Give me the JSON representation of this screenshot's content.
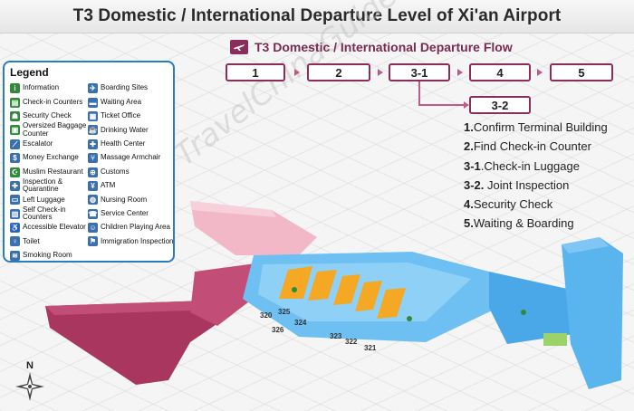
{
  "title": "T3 Domestic / International Departure Level of Xi'an Airport",
  "flow": {
    "title": "T3 Domestic / International Departure Flow",
    "steps": [
      "1",
      "2",
      "3-1",
      "4",
      "5"
    ],
    "branch_step": "3-2",
    "descriptions": [
      {
        "num": "1.",
        "text": "Confirm Terminal Building"
      },
      {
        "num": "2.",
        "text": "Find Check-in Counter"
      },
      {
        "num": "3-1",
        "text": ".Check-in Luggage"
      },
      {
        "num": "3-2.",
        "text": " Joint Inspection"
      },
      {
        "num": "4.",
        "text": "Security Check"
      },
      {
        "num": "5.",
        "text": "Waiting & Boarding"
      }
    ]
  },
  "legend": {
    "title": "Legend",
    "left_items": [
      {
        "label": "Information",
        "icon": "information-icon",
        "color": "#2f8a3a",
        "glyph": "i"
      },
      {
        "label": "Check-in Counters",
        "icon": "check-in-icon",
        "color": "#2f8a3a",
        "glyph": "▤"
      },
      {
        "label": "Security Check",
        "icon": "security-icon",
        "color": "#2f8a3a",
        "glyph": "☗"
      },
      {
        "label": "Oversized Baggage Counter",
        "icon": "oversized-baggage-icon",
        "color": "#2f8a3a",
        "glyph": "▣"
      },
      {
        "label": "Escalator",
        "icon": "escalator-icon",
        "color": "#3a6fb0",
        "glyph": "⟋"
      },
      {
        "label": "Money Exchange",
        "icon": "money-exchange-icon",
        "color": "#3a6fb0",
        "glyph": "$"
      },
      {
        "label": "Muslim Restaurant",
        "icon": "muslim-restaurant-icon",
        "color": "#2f8a3a",
        "glyph": "☪"
      },
      {
        "label": "Inspection & Quarantine",
        "icon": "quarantine-icon",
        "color": "#3a6fb0",
        "glyph": "✚"
      },
      {
        "label": "Left Luggage",
        "icon": "left-luggage-icon",
        "color": "#3a6fb0",
        "glyph": "▭"
      },
      {
        "label": "Self Check-in Counters",
        "icon": "self-check-in-icon",
        "color": "#3a6fb0",
        "glyph": "▥"
      },
      {
        "label": "Accessible Elevator",
        "icon": "accessible-elevator-icon",
        "color": "#3a6fb0",
        "glyph": "♿"
      },
      {
        "label": "Toilet",
        "icon": "toilet-icon",
        "color": "#3a6fb0",
        "glyph": "♀"
      },
      {
        "label": "Smoking Room",
        "icon": "smoking-room-icon",
        "color": "#3a6fb0",
        "glyph": "≋"
      }
    ],
    "right_items": [
      {
        "label": "Boarding Sites",
        "icon": "boarding-sites-icon",
        "color": "#3a6fb0",
        "glyph": "✈"
      },
      {
        "label": "Waiting Area",
        "icon": "waiting-area-icon",
        "color": "#3a6fb0",
        "glyph": "▬"
      },
      {
        "label": "Ticket Office",
        "icon": "ticket-office-icon",
        "color": "#3a6fb0",
        "glyph": "▦"
      },
      {
        "label": "Drinking Water",
        "icon": "drinking-water-icon",
        "color": "#3a6fb0",
        "glyph": "☕"
      },
      {
        "label": "Health Center",
        "icon": "health-center-icon",
        "color": "#3a6fb0",
        "glyph": "✚"
      },
      {
        "label": "Massage Armchair",
        "icon": "massage-armchair-icon",
        "color": "#3a6fb0",
        "glyph": "⑂"
      },
      {
        "label": "Customs",
        "icon": "customs-icon",
        "color": "#3a6fb0",
        "glyph": "⊕"
      },
      {
        "label": "ATM",
        "icon": "atm-icon",
        "color": "#3a6fb0",
        "glyph": "¥"
      },
      {
        "label": "Nursing Room",
        "icon": "nursing-room-icon",
        "color": "#3a6fb0",
        "glyph": "◍"
      },
      {
        "label": "Service Center",
        "icon": "service-center-icon",
        "color": "#3a6fb0",
        "glyph": "☎"
      },
      {
        "label": "Children Playing Area",
        "icon": "children-playing-icon",
        "color": "#3a6fb0",
        "glyph": "☺"
      },
      {
        "label": "Immigration Inspection",
        "icon": "immigration-icon",
        "color": "#3a6fb0",
        "glyph": "⚑"
      }
    ]
  },
  "watermark": "TravelChinaGuide.com",
  "compass": "N",
  "gates": [
    "326",
    "325",
    "324",
    "323",
    "322",
    "321",
    "320"
  ],
  "colors": {
    "accent": "#8b2d5c",
    "domestic_wing": "#a8365e",
    "international_wing": "#f2b8c8",
    "main_hall": "#5ab4ee",
    "check_in_counters": "#f4a823"
  }
}
